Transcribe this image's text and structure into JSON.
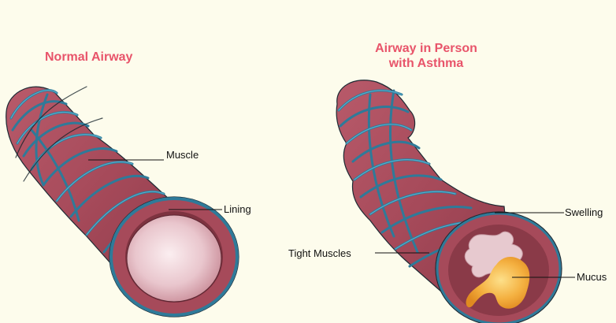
{
  "normal": {
    "title": "Normal Airway",
    "labels": {
      "muscle": "Muscle",
      "lining": "Lining"
    }
  },
  "asthma": {
    "title_line1": "Airway in Person",
    "title_line2": "with Asthma",
    "labels": {
      "swelling": "Swelling",
      "tight_muscles": "Tight Muscles",
      "mucus": "Mucus"
    }
  },
  "colors": {
    "background": "#fdfcec",
    "tissue": "#a64a5a",
    "tissue_dark": "#7d3340",
    "muscle_band": "#2f7a99",
    "muscle_band_light": "#5cb3d1",
    "lumen": "#e7c9cf",
    "mucus": "#f0a030",
    "title": "#e8546a"
  }
}
